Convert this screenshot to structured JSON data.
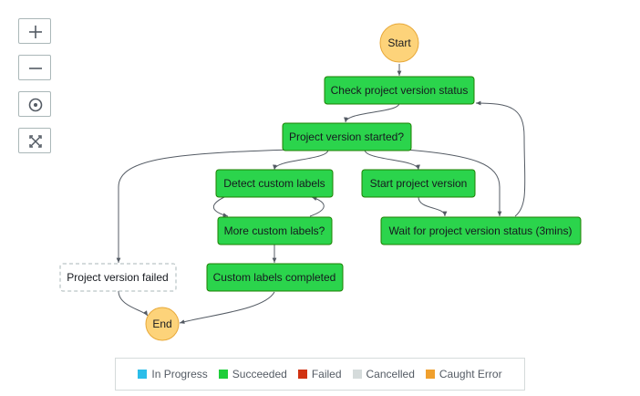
{
  "zoom_controls": {
    "zoom_in_icon": "plus-icon",
    "zoom_out_icon": "minus-icon",
    "center_icon": "target-icon",
    "fit_icon": "expand-icon"
  },
  "diagram": {
    "nodes": {
      "start": {
        "label": "Start",
        "type": "terminal"
      },
      "check": {
        "label": "Check project version status",
        "type": "succeeded"
      },
      "started": {
        "label": "Project version started?",
        "type": "succeeded"
      },
      "detect": {
        "label": "Detect custom labels",
        "type": "succeeded"
      },
      "startpv": {
        "label": "Start project version",
        "type": "succeeded"
      },
      "more": {
        "label": "More custom labels?",
        "type": "succeeded"
      },
      "wait": {
        "label": "Wait for project version status (3mins)",
        "type": "succeeded"
      },
      "failed": {
        "label": "Project version failed",
        "type": "not-run"
      },
      "completed": {
        "label": "Custom labels completed",
        "type": "succeeded"
      },
      "end": {
        "label": "End",
        "type": "terminal"
      }
    },
    "edges": [
      [
        "start",
        "check"
      ],
      [
        "check",
        "started"
      ],
      [
        "started",
        "detect"
      ],
      [
        "started",
        "startpv"
      ],
      [
        "started",
        "wait"
      ],
      [
        "started",
        "failed"
      ],
      [
        "detect",
        "more"
      ],
      [
        "more",
        "detect"
      ],
      [
        "startpv",
        "wait"
      ],
      [
        "wait",
        "check"
      ],
      [
        "more",
        "completed"
      ],
      [
        "failed",
        "end"
      ],
      [
        "completed",
        "end"
      ]
    ]
  },
  "legend": {
    "items": [
      {
        "label": "In Progress",
        "color": "#2bbde9"
      },
      {
        "label": "Succeeded",
        "color": "#1ece3a"
      },
      {
        "label": "Failed",
        "color": "#d13212"
      },
      {
        "label": "Cancelled",
        "color": "#d5dbdb"
      },
      {
        "label": "Caught Error",
        "color": "#f0a02d"
      }
    ]
  },
  "colors": {
    "succeeded_fill": "#2bd44c",
    "terminal_fill": "#fdd37a",
    "terminal_stroke": "#e8a93a",
    "edge": "#545b64"
  }
}
